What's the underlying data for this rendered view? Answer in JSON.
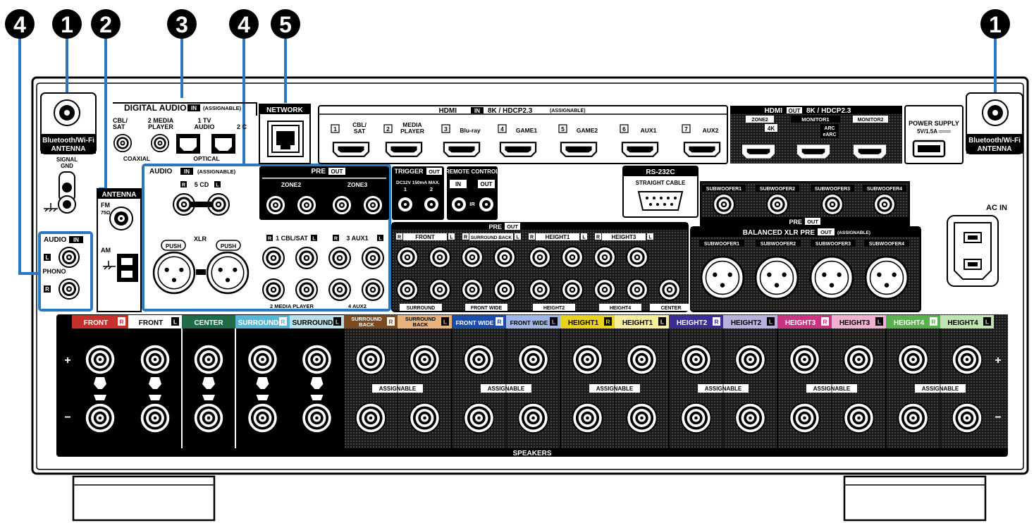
{
  "callouts": [
    "4",
    "1",
    "2",
    "3",
    "4",
    "5",
    "1"
  ],
  "colors": {
    "callout_blue": "#2b78c2",
    "panel_black": "#111111",
    "front_r": "#c8302c",
    "front_l": "#ffffff",
    "center": "#1e6b48",
    "surround_r": "#57b7d6",
    "surround_l": "#b9dfea",
    "sb_r": "#7a4a22",
    "sb_l": "#e8b07a",
    "fw_r": "#1d4ba8",
    "fw_l": "#9fb6e6",
    "h1_r": "#e8d21a",
    "h1_l": "#f6ee9a",
    "h2_r": "#3a2d96",
    "h2_l": "#b7b1dc",
    "h3_r": "#c9337f",
    "h3_l": "#efb0d2",
    "h4_r": "#59b04c",
    "h4_l": "#bde4b1"
  },
  "antenna_bt_left": {
    "line1": "Bluetooth/Wi-Fi",
    "line2": "ANTENNA"
  },
  "antenna_bt_right": {
    "line1": "Bluetooth/Wi-Fi",
    "line2": "ANTENNA"
  },
  "signal_gnd": {
    "line1": "SIGNAL",
    "line2": "GND"
  },
  "digital_audio": {
    "title": "DIGITAL AUDIO",
    "in_badge": "IN",
    "assignable": "(ASSIGNABLE)",
    "cbl_sat": [
      "CBL/",
      "SAT"
    ],
    "media_player": [
      "2 MEDIA",
      "PLAYER"
    ],
    "tv_audio": [
      "1 TV",
      "AUDIO"
    ],
    "two_c": "2 C",
    "coaxial": "COAXIAL",
    "optical": "OPTICAL"
  },
  "network": {
    "title": "NETWORK"
  },
  "hdmi_in": {
    "title": "HDMI",
    "in_badge": "IN",
    "spec": "8K / HDCP2.3",
    "assignable": "(ASSIGNABLE)",
    "ports": [
      {
        "num": "1",
        "name": "CBL/\nSAT"
      },
      {
        "num": "2",
        "name": "MEDIA\nPLAYER"
      },
      {
        "num": "3",
        "name": "Blu-ray"
      },
      {
        "num": "4",
        "name": "GAME1"
      },
      {
        "num": "5",
        "name": "GAME2"
      },
      {
        "num": "6",
        "name": "AUX1"
      },
      {
        "num": "7",
        "name": "AUX2"
      }
    ]
  },
  "hdmi_out": {
    "title": "HDMI",
    "out_badge": "OUT",
    "spec": "8K / HDCP2.3",
    "zone2": "ZONE2",
    "fourk": "4K",
    "monitor1": "MONITOR1",
    "arc": [
      "ARC",
      "eARC"
    ],
    "monitor2": "MONITOR2"
  },
  "power_supply": {
    "line1": "POWER SUPPLY",
    "line2": "5V/1.5A ═══"
  },
  "antenna": {
    "title": "ANTENNA",
    "fm": "FM",
    "ohm": "75Ω",
    "am": "AM"
  },
  "audio_in_left": {
    "title": "AUDIO",
    "in_badge": "IN",
    "l": "L",
    "phono": "PHONO",
    "r": "R"
  },
  "audio_in_main": {
    "title": "AUDIO",
    "in_badge": "IN",
    "assignable": "(ASSIGNABLE)",
    "five_cd": "5 CD",
    "xlr": "XLR",
    "push": "PUSH",
    "cbl_sat": "1 CBL/SAT",
    "aux1": "3 AUX1",
    "media_player": "2 MEDIA PLAYER",
    "aux2": "4 AUX2"
  },
  "pre_out_zones": {
    "title": "PRE",
    "out_badge": "OUT",
    "zone2": "ZONE2",
    "zone3": "ZONE3"
  },
  "trigger": {
    "title": "TRIGGER",
    "out_badge": "OUT",
    "spec": "DC12V 150mA MAX.",
    "one": "1",
    "two": "2"
  },
  "remote": {
    "title": "REMOTE CONTROL",
    "in": "IN",
    "out": "OUT",
    "ir": "IR"
  },
  "rs232c": {
    "title": "RS-232C",
    "sub": "STRAIGHT CABLE"
  },
  "pre_out_sub": {
    "subs": [
      "SUBWOOFER1",
      "SUBWOOFER2",
      "SUBWOOFER3",
      "SUBWOOFER4"
    ],
    "title": "PRE",
    "out_badge": "OUT"
  },
  "ac_in": "AC IN",
  "pre_out_main": {
    "title": "PRE",
    "out_badge": "OUT",
    "top": [
      "FRONT",
      "SURROUND BACK",
      "HEIGHT1",
      "HEIGHT3"
    ],
    "bottom": [
      "SURROUND",
      "FRONT WIDE",
      "HEIGHT2",
      "HEIGHT4",
      "CENTER"
    ]
  },
  "balanced": {
    "title": "BALANCED XLR PRE",
    "out_badge": "OUT",
    "assignable": "(ASSIGNABLE)",
    "subs": [
      "SUBWOOFER1",
      "SUBWOOFER2",
      "SUBWOOFER3",
      "SUBWOOFER4"
    ]
  },
  "speakers": {
    "title": "SPEAKERS",
    "plus": "+",
    "minus": "−",
    "assignable": "ASSIGNABLE",
    "channels": [
      {
        "label": "FRONT",
        "side": "R"
      },
      {
        "label": "FRONT",
        "side": "L"
      },
      {
        "label": "CENTER",
        "side": ""
      },
      {
        "label": "SURROUND",
        "side": "R"
      },
      {
        "label": "SURROUND",
        "side": "L"
      },
      {
        "label": "SURROUND BACK",
        "side": "R"
      },
      {
        "label": "SURROUND BACK",
        "side": "L"
      },
      {
        "label": "FRONT WIDE",
        "side": "R"
      },
      {
        "label": "FRONT WIDE",
        "side": "L"
      },
      {
        "label": "HEIGHT1",
        "side": "R"
      },
      {
        "label": "HEIGHT1",
        "side": "L"
      },
      {
        "label": "HEIGHT2",
        "side": "R"
      },
      {
        "label": "HEIGHT2",
        "side": "L"
      },
      {
        "label": "HEIGHT3",
        "side": "R"
      },
      {
        "label": "HEIGHT3",
        "side": "L"
      },
      {
        "label": "HEIGHT4",
        "side": "R"
      },
      {
        "label": "HEIGHT4",
        "side": "L"
      }
    ]
  }
}
